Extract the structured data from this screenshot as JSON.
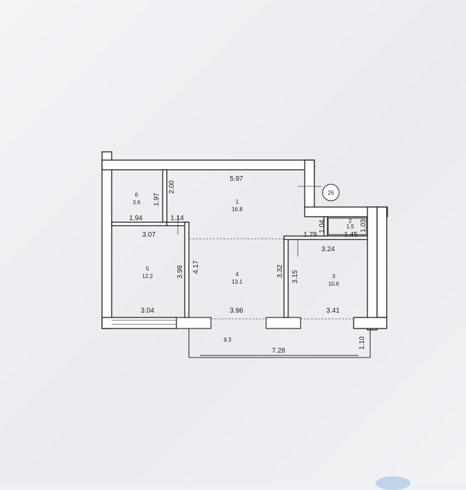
{
  "marker": "26",
  "rooms": [
    {
      "id": "room-1",
      "number": "1",
      "area": "16.8"
    },
    {
      "id": "room-2",
      "number": "2",
      "area": "1.5"
    },
    {
      "id": "room-3",
      "number": "3",
      "area": "10.6"
    },
    {
      "id": "room-4",
      "number": "4",
      "area": "13.1"
    },
    {
      "id": "room-5",
      "number": "5",
      "area": "12.2"
    },
    {
      "id": "room-6",
      "number": "6",
      "area": "3.6"
    },
    {
      "id": "balcony",
      "area": "9.3"
    }
  ],
  "dimensions": {
    "room1_width": "5.97",
    "room6_height_right": "2.00",
    "room6_height_left": "1.97",
    "room6_width": "1.94",
    "stub_width": "1.14",
    "room5_width_top": "3.07",
    "room4_height": "4.17",
    "room5_height": "3.99",
    "room5_width_bottom": "3.04",
    "room4_width_bottom": "3.96",
    "room4_height_right": "3.32",
    "room3_height": "3.15",
    "room3_step": "1.78",
    "room3_width_top": "3.24",
    "room3_width_bottom": "3.41",
    "room2_height_left": "1.04",
    "room2_height_right": "1.03",
    "room2_width": "1.45",
    "balcony_length": "7.28",
    "balcony_depth": "1.10"
  }
}
